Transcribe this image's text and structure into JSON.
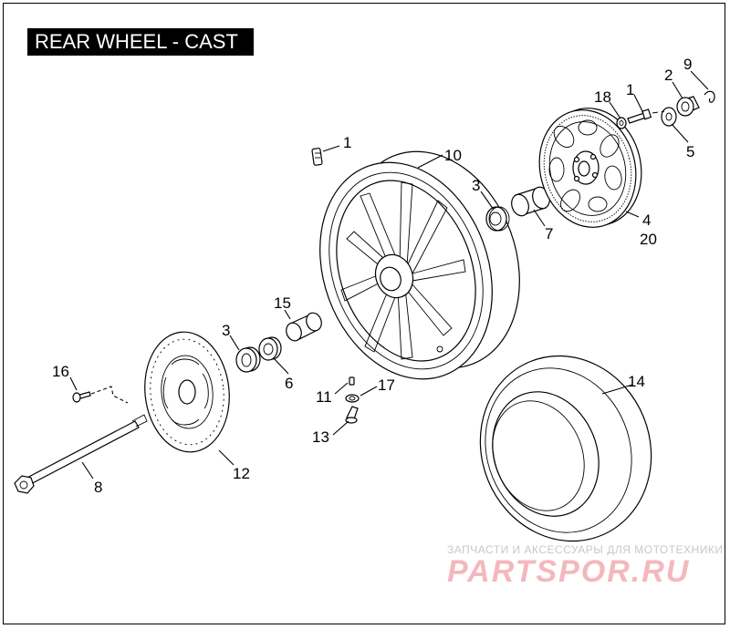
{
  "title": "REAR WHEEL - CAST",
  "callouts": [
    {
      "id": "c1a",
      "label": "1"
    },
    {
      "id": "c1b",
      "label": "1"
    },
    {
      "id": "c2",
      "label": "2"
    },
    {
      "id": "c3a",
      "label": "3"
    },
    {
      "id": "c3b",
      "label": "3"
    },
    {
      "id": "c4",
      "label": "4"
    },
    {
      "id": "c5",
      "label": "5"
    },
    {
      "id": "c6",
      "label": "6"
    },
    {
      "id": "c7",
      "label": "7"
    },
    {
      "id": "c8",
      "label": "8"
    },
    {
      "id": "c9",
      "label": "9"
    },
    {
      "id": "c10",
      "label": "10"
    },
    {
      "id": "c11",
      "label": "11"
    },
    {
      "id": "c12",
      "label": "12"
    },
    {
      "id": "c13",
      "label": "13"
    },
    {
      "id": "c14",
      "label": "14"
    },
    {
      "id": "c15",
      "label": "15"
    },
    {
      "id": "c16",
      "label": "16"
    },
    {
      "id": "c17",
      "label": "17"
    },
    {
      "id": "c18",
      "label": "18"
    },
    {
      "id": "c20",
      "label": "20"
    }
  ],
  "watermark": {
    "tagline": "ЗАПЧАСТИ И АКСЕССУАРЫ ДЛЯ МОТОТЕХНИКИ",
    "logo": "PARTSPOR.RU"
  }
}
